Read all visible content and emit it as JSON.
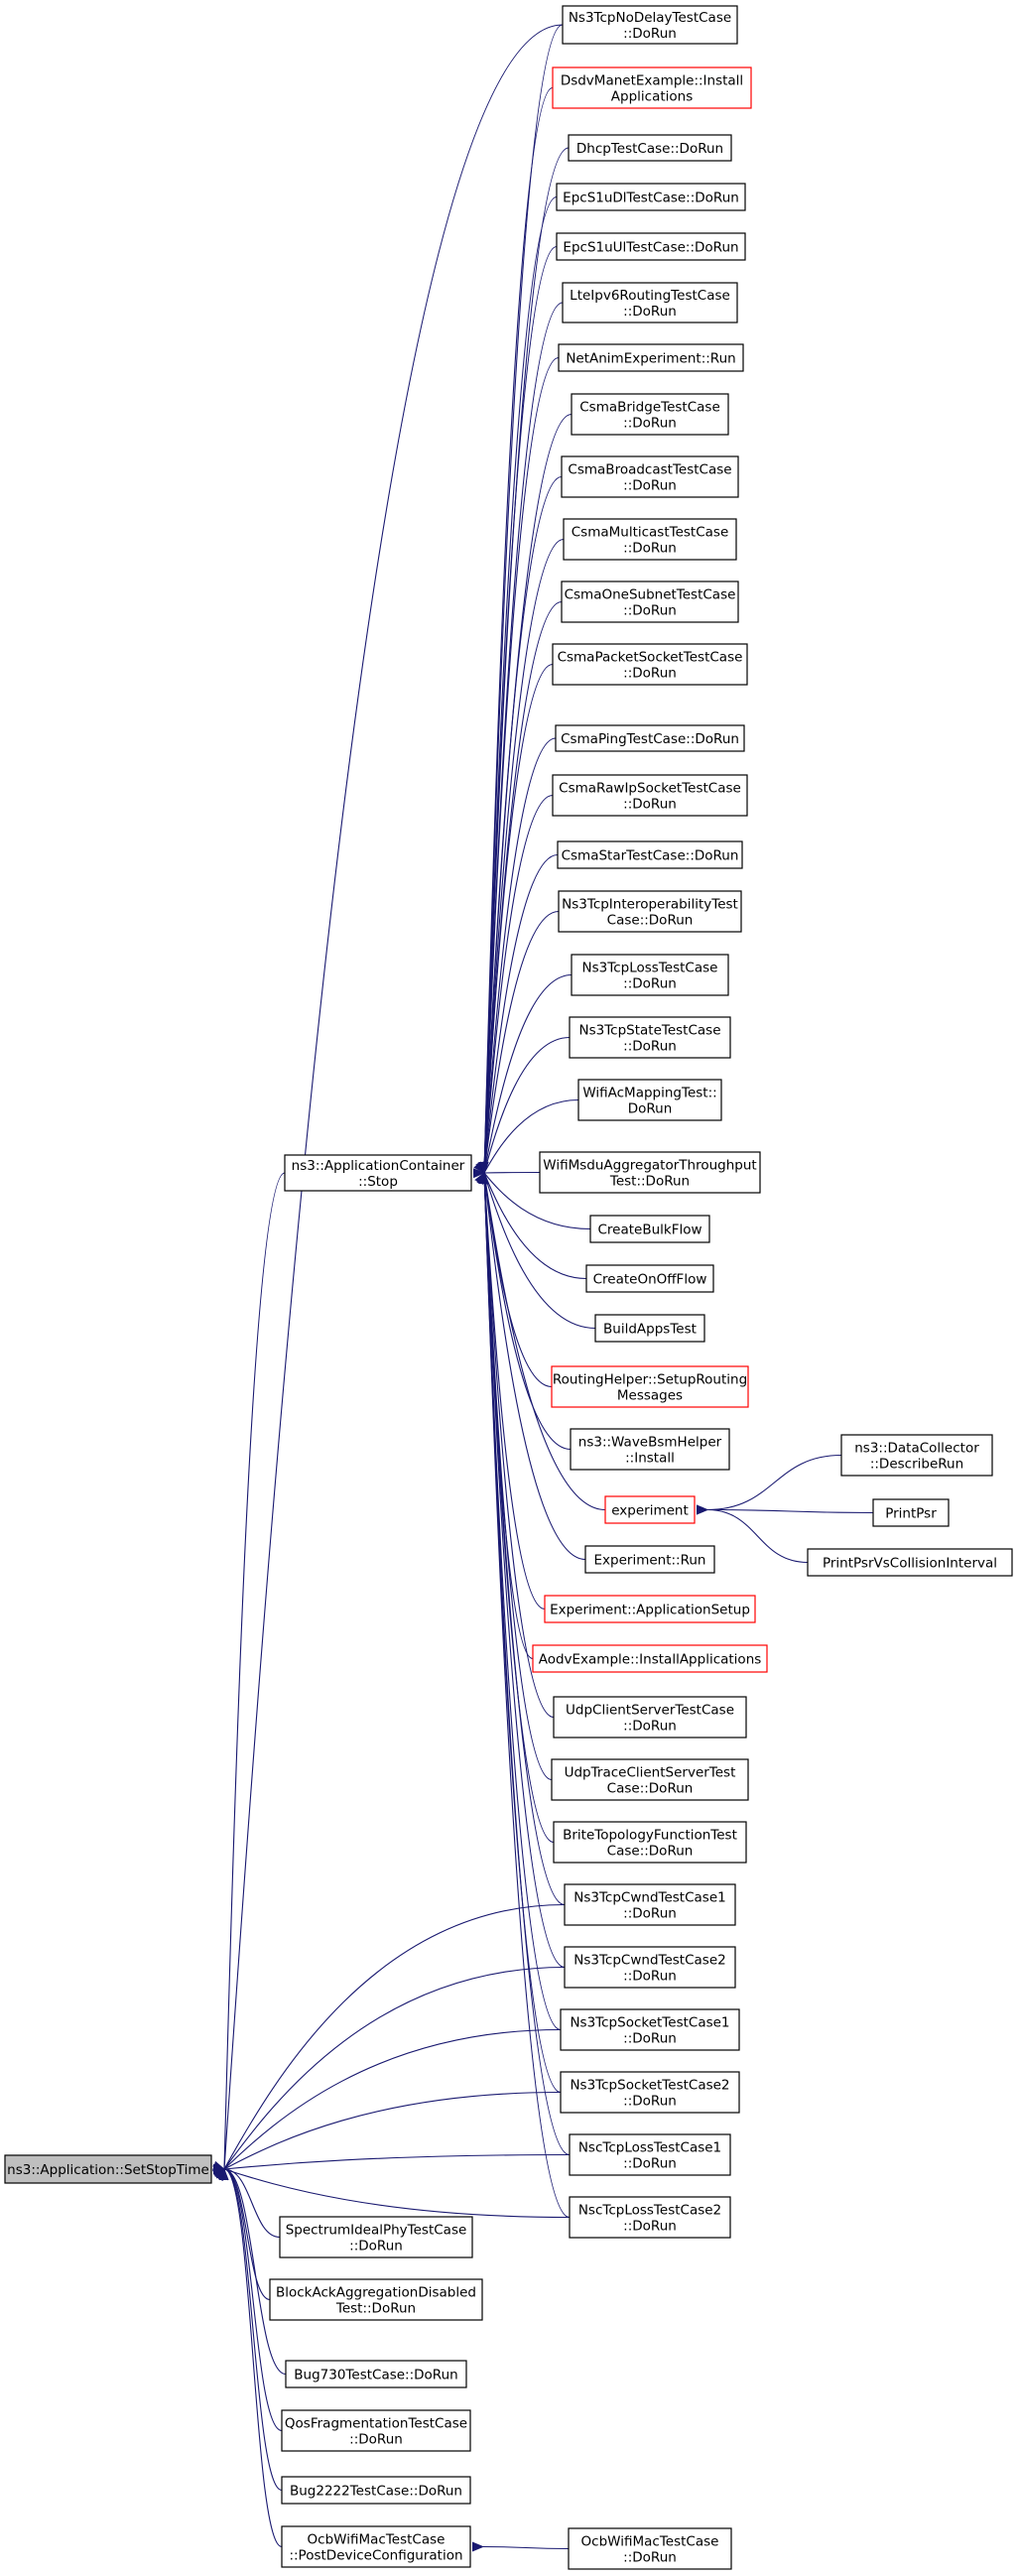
{
  "colors": {
    "edge": "#191970",
    "box_border": "#000000",
    "box_border_red": "#ff0000",
    "root_fill": "#bfbfbf"
  },
  "nodes": {
    "root": {
      "lines": [
        "ns3::Application::SetStopTime"
      ]
    },
    "appc": {
      "lines": [
        "ns3::ApplicationContainer",
        "::Stop"
      ]
    },
    "n1": {
      "lines": [
        "Ns3TcpNoDelayTestCase",
        "::DoRun"
      ]
    },
    "n2": {
      "lines": [
        "DsdvManetExample::Install",
        "Applications"
      ]
    },
    "n3": {
      "lines": [
        "DhcpTestCase::DoRun"
      ]
    },
    "n4": {
      "lines": [
        "EpcS1uDlTestCase::DoRun"
      ]
    },
    "n5": {
      "lines": [
        "EpcS1uUlTestCase::DoRun"
      ]
    },
    "n6": {
      "lines": [
        "LteIpv6RoutingTestCase",
        "::DoRun"
      ]
    },
    "n7": {
      "lines": [
        "NetAnimExperiment::Run"
      ]
    },
    "n8": {
      "lines": [
        "CsmaBridgeTestCase",
        "::DoRun"
      ]
    },
    "n9": {
      "lines": [
        "CsmaBroadcastTestCase",
        "::DoRun"
      ]
    },
    "n10": {
      "lines": [
        "CsmaMulticastTestCase",
        "::DoRun"
      ]
    },
    "n11": {
      "lines": [
        "CsmaOneSubnetTestCase",
        "::DoRun"
      ]
    },
    "n12": {
      "lines": [
        "CsmaPacketSocketTestCase",
        "::DoRun"
      ]
    },
    "n13": {
      "lines": [
        "CsmaPingTestCase::DoRun"
      ]
    },
    "n14": {
      "lines": [
        "CsmaRawIpSocketTestCase",
        "::DoRun"
      ]
    },
    "n15": {
      "lines": [
        "CsmaStarTestCase::DoRun"
      ]
    },
    "n16": {
      "lines": [
        "Ns3TcpInteroperabilityTest",
        "Case::DoRun"
      ]
    },
    "n17": {
      "lines": [
        "Ns3TcpLossTestCase",
        "::DoRun"
      ]
    },
    "n18": {
      "lines": [
        "Ns3TcpStateTestCase",
        "::DoRun"
      ]
    },
    "n19": {
      "lines": [
        "WifiAcMappingTest::",
        "DoRun"
      ]
    },
    "n20": {
      "lines": [
        "WifiMsduAggregatorThroughput",
        "Test::DoRun"
      ]
    },
    "n21": {
      "lines": [
        "CreateBulkFlow"
      ]
    },
    "n22": {
      "lines": [
        "CreateOnOffFlow"
      ]
    },
    "n23": {
      "lines": [
        "BuildAppsTest"
      ]
    },
    "n24": {
      "lines": [
        "RoutingHelper::SetupRouting",
        "Messages"
      ]
    },
    "n25": {
      "lines": [
        "ns3::WaveBsmHelper",
        "::Install"
      ]
    },
    "n26": {
      "lines": [
        "experiment"
      ]
    },
    "n27": {
      "lines": [
        "Experiment::Run"
      ]
    },
    "n28": {
      "lines": [
        "Experiment::ApplicationSetup"
      ]
    },
    "n29": {
      "lines": [
        "AodvExample::InstallApplications"
      ]
    },
    "n30": {
      "lines": [
        "UdpClientServerTestCase",
        "::DoRun"
      ]
    },
    "n31": {
      "lines": [
        "UdpTraceClientServerTest",
        "Case::DoRun"
      ]
    },
    "n32": {
      "lines": [
        "BriteTopologyFunctionTest",
        "Case::DoRun"
      ]
    },
    "n33": {
      "lines": [
        "Ns3TcpCwndTestCase1",
        "::DoRun"
      ]
    },
    "n34": {
      "lines": [
        "Ns3TcpCwndTestCase2",
        "::DoRun"
      ]
    },
    "n35": {
      "lines": [
        "Ns3TcpSocketTestCase1",
        "::DoRun"
      ]
    },
    "n36": {
      "lines": [
        "Ns3TcpSocketTestCase2",
        "::DoRun"
      ]
    },
    "n37": {
      "lines": [
        "NscTcpLossTestCase1",
        "::DoRun"
      ]
    },
    "n38": {
      "lines": [
        "NscTcpLossTestCase2",
        "::DoRun"
      ]
    },
    "e1": {
      "lines": [
        "ns3::DataCollector",
        "::DescribeRun"
      ]
    },
    "e2": {
      "lines": [
        "PrintPsr"
      ]
    },
    "e3": {
      "lines": [
        "PrintPsrVsCollisionInterval"
      ]
    },
    "b1": {
      "lines": [
        "SpectrumIdealPhyTestCase",
        "::DoRun"
      ]
    },
    "b2": {
      "lines": [
        "BlockAckAggregationDisabled",
        "Test::DoRun"
      ]
    },
    "b3": {
      "lines": [
        "Bug730TestCase::DoRun"
      ]
    },
    "b4": {
      "lines": [
        "QosFragmentationTestCase",
        "::DoRun"
      ]
    },
    "b5": {
      "lines": [
        "Bug2222TestCase::DoRun"
      ]
    },
    "b6": {
      "lines": [
        "OcbWifiMacTestCase",
        "::PostDeviceConfiguration"
      ]
    },
    "b7": {
      "lines": [
        "OcbWifiMacTestCase",
        "::DoRun"
      ]
    }
  }
}
